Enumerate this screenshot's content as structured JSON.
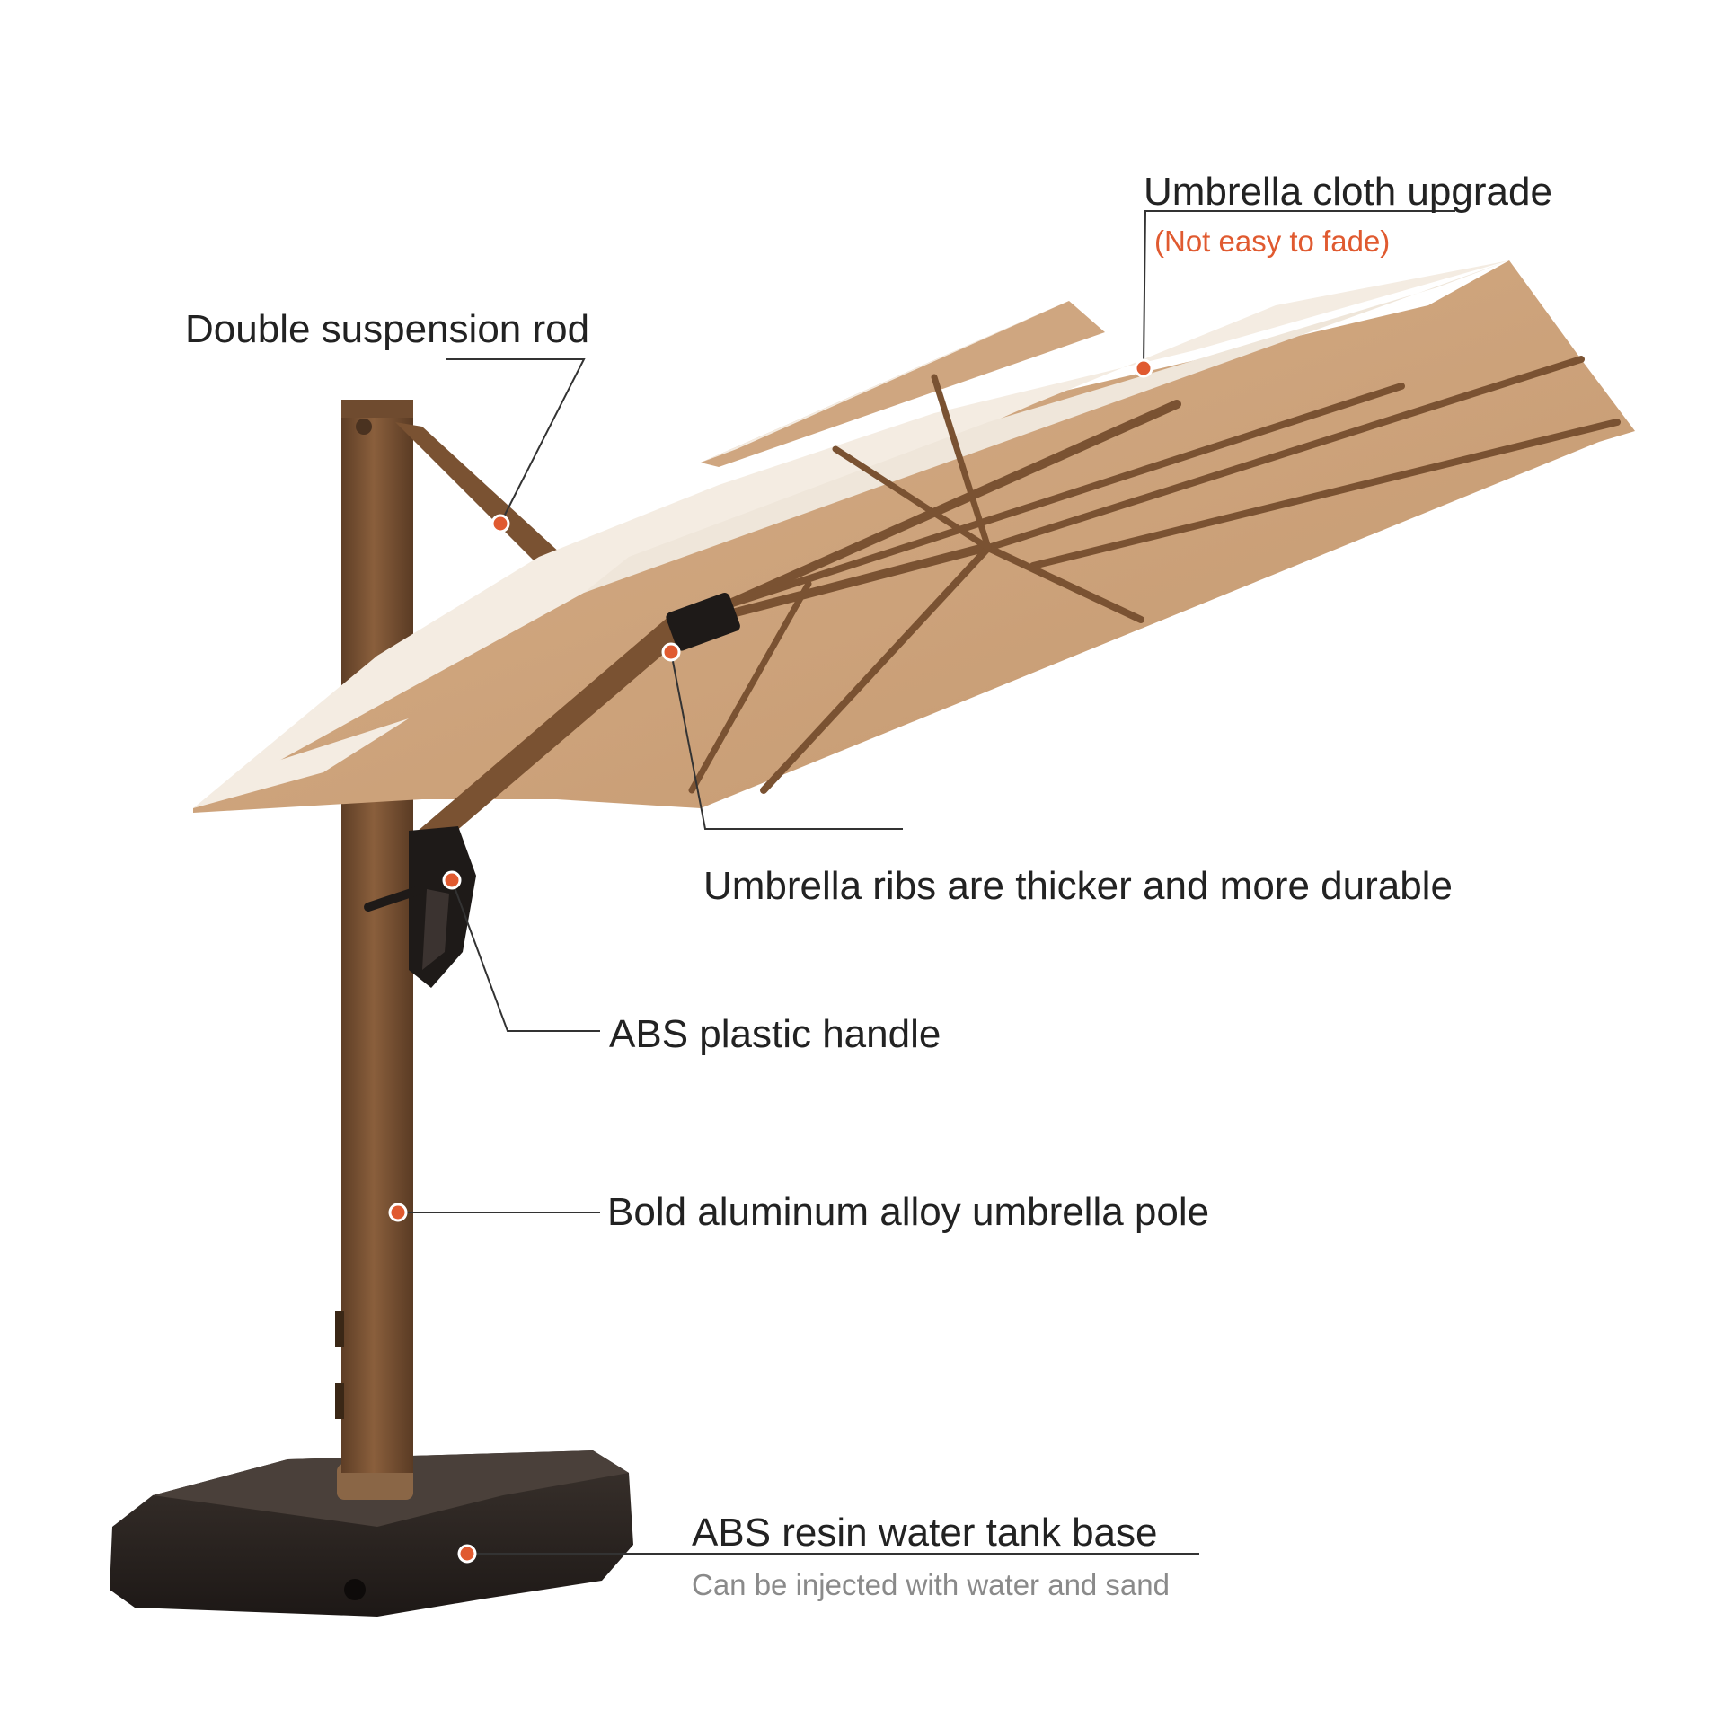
{
  "colors": {
    "accent": "#e05a30",
    "pole": "#7a5232",
    "canopy_top": "#f4ece2",
    "canopy_under": "#caa07a",
    "base": "#2b2522",
    "callout_line": "#333333"
  },
  "callouts": {
    "cloth": {
      "title": "Umbrella cloth upgrade",
      "note": "(Not easy to fade)"
    },
    "rod": {
      "title": "Double suspension rod"
    },
    "ribs": {
      "title": "Umbrella ribs are thicker and more durable"
    },
    "handle": {
      "title": "ABS plastic handle"
    },
    "pole": {
      "title": "Bold aluminum alloy umbrella pole"
    },
    "base": {
      "title": "ABS resin water tank base",
      "note": "Can be injected with water and sand"
    }
  }
}
